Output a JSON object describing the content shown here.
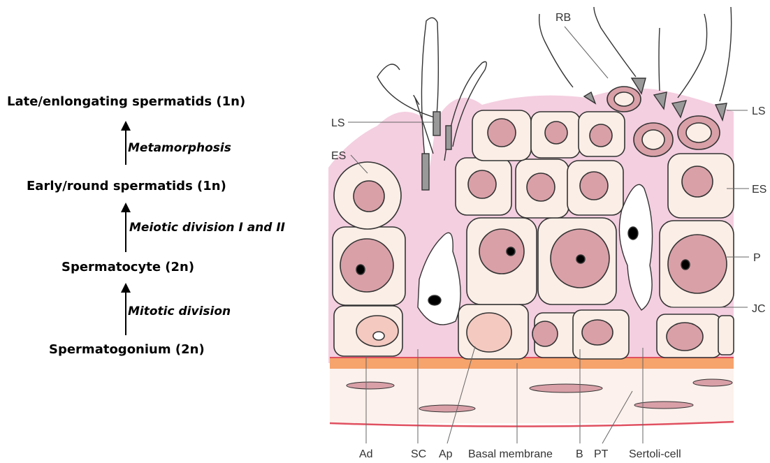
{
  "flow": {
    "stages": [
      "Late/enlongating spermatids  (1n)",
      "Early/round spermatids (1n)",
      "Spermatocyte (2n)",
      "Spermatogonium (2n)"
    ],
    "processes": [
      "Metamorphosis",
      "Meiotic division I and II",
      "Mitotic division"
    ]
  },
  "diagram": {
    "labels": {
      "rb": "RB",
      "ls_left": "LS",
      "ls_right": "LS",
      "es_left": "ES",
      "es_right": "ES",
      "p": "P",
      "jc": "JC",
      "ad": "Ad",
      "sc": "SC",
      "ap": "Ap",
      "basal_membrane": "Basal membrane",
      "b": "B",
      "pt": "PT",
      "sertoli_cell": "Sertoli-cell"
    }
  },
  "colors": {
    "cytoplasm": "#fbeee6",
    "nucleus": "#d9a0a8",
    "matrix": "#f4cfe0",
    "basement_orange": "#f6a36c",
    "basement_red": "#e05060",
    "outline": "#333333"
  }
}
